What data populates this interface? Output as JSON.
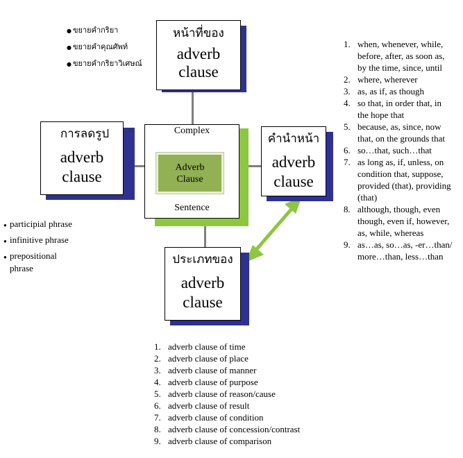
{
  "boxes": {
    "top": {
      "thai": "หน้าที่ของ",
      "line1": "adverb",
      "line2": "clause"
    },
    "left": {
      "thai": "การลดรูป",
      "line1": "adverb",
      "line2": "clause"
    },
    "right": {
      "thai": "คำนำหน้า",
      "line1": "adverb",
      "line2": "clause"
    },
    "bottom": {
      "thai": "ประเภทของ",
      "line1": "adverb",
      "line2": "clause"
    }
  },
  "center": {
    "top_label": "Complex",
    "bottom_label": "Sentence",
    "inner_line1": "Adverb",
    "inner_line2": "Clause"
  },
  "functions": [
    "ขยายคำกริยา",
    "ขยายคำคุณศัพท์",
    "ขยายคำกริยาวิเศษณ์"
  ],
  "reductions": [
    "participial phrase",
    "infinitive phrase",
    "prepositional phrase"
  ],
  "connectors": [
    {
      "num": "1.",
      "text": "when, whenever, while, before, after, as soon as, by the time, since, until"
    },
    {
      "num": "2.",
      "text": "where, wherever"
    },
    {
      "num": "3.",
      "text": "as, as if, as though"
    },
    {
      "num": "4.",
      "text": "so that, in order that, in the hope that"
    },
    {
      "num": "5.",
      "text": "because, as, since, now that, on the grounds that"
    },
    {
      "num": "6.",
      "text": "so…that, such…that"
    },
    {
      "num": "7.",
      "text": "as long as, if, unless, on condition that, suppose, provided (that), providing (that)"
    },
    {
      "num": "8.",
      "text": "although, though, even though, even if, however, as, while, whereas"
    },
    {
      "num": "9.",
      "text": "as…as, so…as, -er…than/ more…than, less…than"
    }
  ],
  "types": [
    {
      "num": "1.",
      "text": "adverb clause of time"
    },
    {
      "num": "2.",
      "text": "adverb clause of place"
    },
    {
      "num": "3.",
      "text": "adverb clause of manner"
    },
    {
      "num": "4.",
      "text": "adverb clause of purpose"
    },
    {
      "num": "5.",
      "text": "adverb clause of reason/cause"
    },
    {
      "num": "6.",
      "text": "adverb clause of result"
    },
    {
      "num": "7.",
      "text": "adverb clause of condition"
    },
    {
      "num": "8.",
      "text": "adverb clause of concession/contrast"
    },
    {
      "num": "9.",
      "text": "adverb clause of comparison"
    }
  ],
  "colors": {
    "shadow_blue": "#2e3192",
    "shadow_green": "#8dc63f",
    "inner_green": "#92b054",
    "arrow_green": "#8dc63f",
    "line_gray": "#7f7f7f"
  }
}
